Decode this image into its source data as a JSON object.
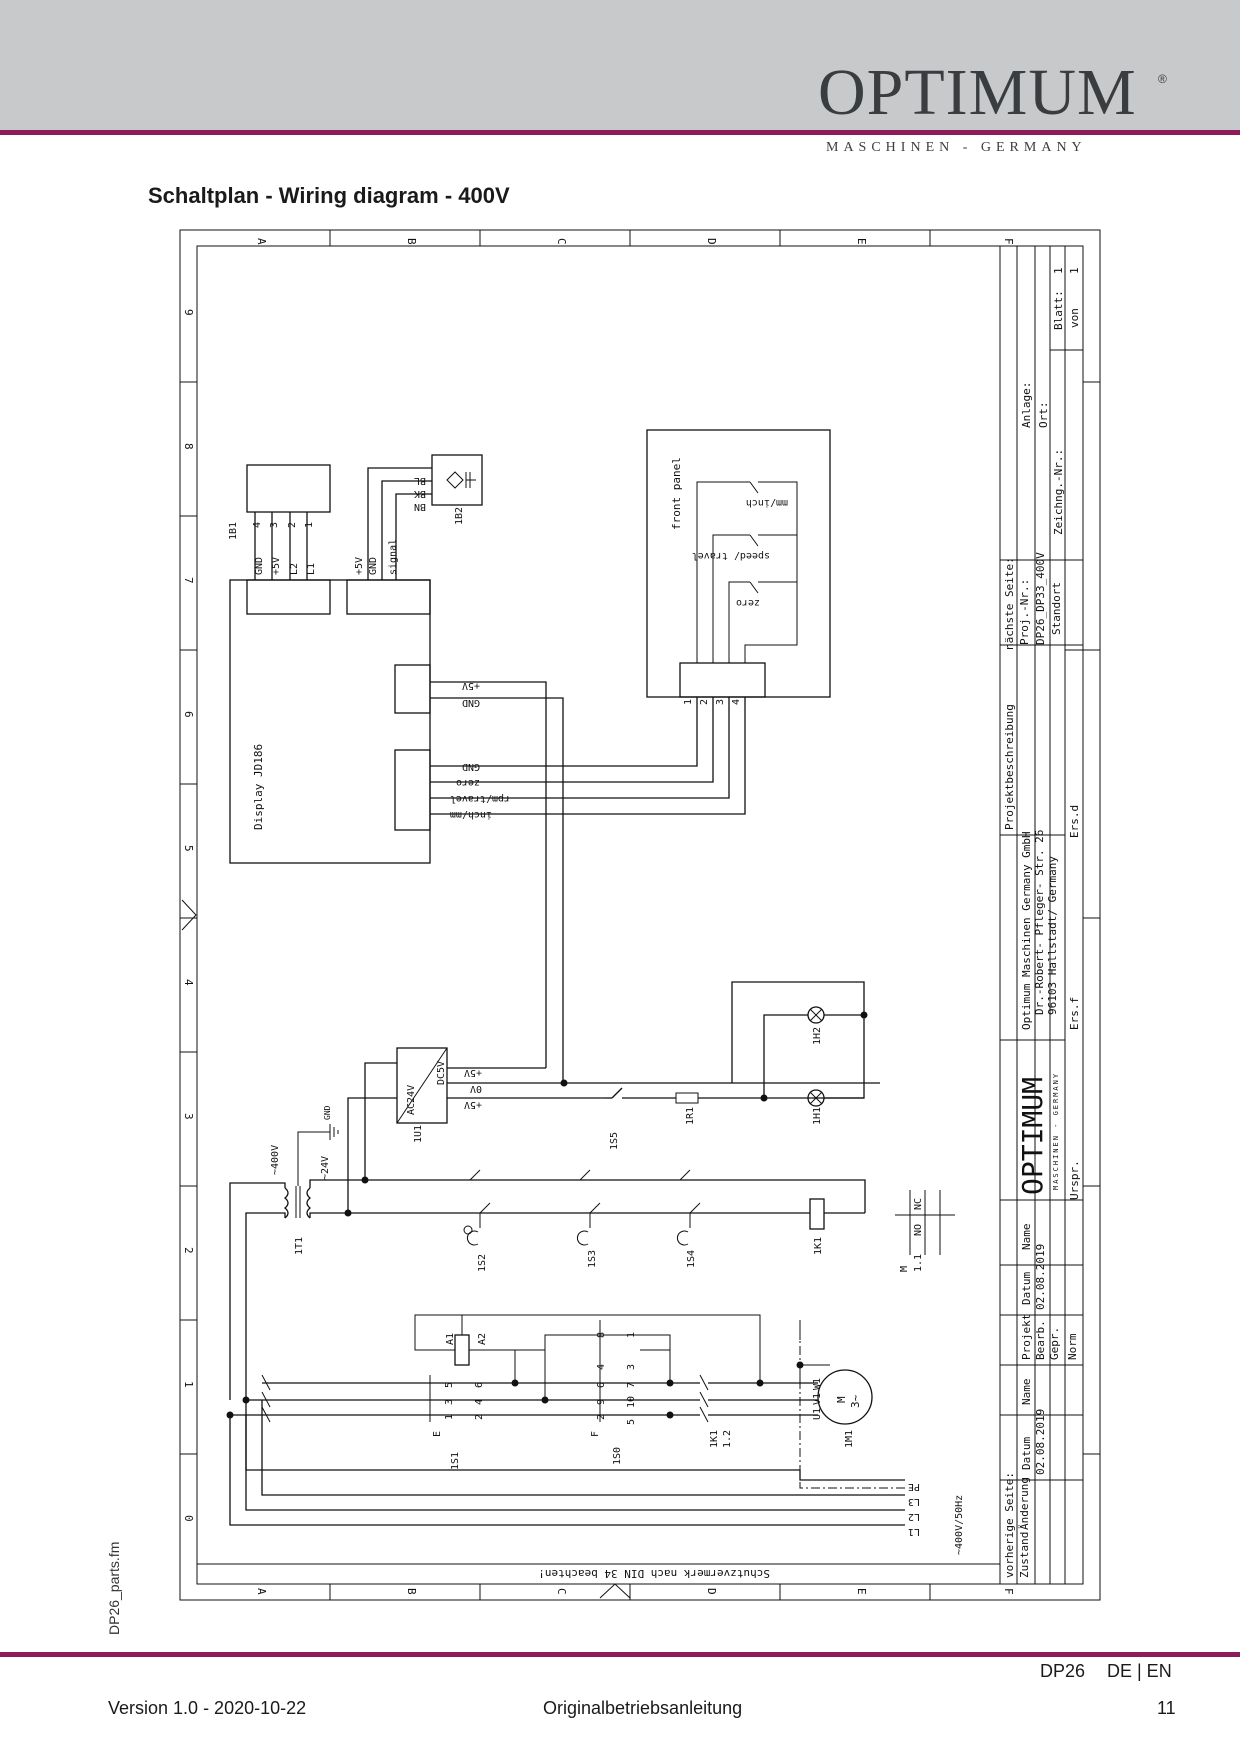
{
  "header": {
    "logo": "OPTIMUM",
    "logo_reg": "®",
    "logo_sub": "MASCHINEN - GERMANY"
  },
  "title": "Schaltplan - Wiring diagram - 400V",
  "side_file": "DP26_parts.fm",
  "footer": {
    "code": "DP26",
    "lang": "DE | EN",
    "version": "Version 1.0 - 2020-10-22",
    "doc": "Originalbetriebsanleitung",
    "page": "11"
  },
  "frame": {
    "rows": [
      "A",
      "B",
      "C",
      "D",
      "E",
      "F"
    ],
    "cols": [
      "0",
      "1",
      "2",
      "3",
      "4",
      "5",
      "6",
      "7",
      "8",
      "9"
    ],
    "bottom_note": "Schutzvermerk nach DIN 34 beachten!"
  },
  "title_block": {
    "naechste_seite": "nächste Seite:",
    "proj_nr": "Proj.-Nr.:",
    "proj_val": "DP26_DP33_400V",
    "standort": "Standort",
    "anlage": "Anlage:",
    "ort": "Ort:",
    "zeichng": "Zeichng.-Nr.:",
    "blatt": "Blatt:",
    "blatt_val": "1",
    "von": "von",
    "von_val": "1",
    "projektbeschreibung": "Projektbeschreibung",
    "ersd": "Ers.d",
    "ersf": "Ers.f",
    "urspr": "Urspr.",
    "company": [
      "Optimum Maschinen Germany GmbH",
      "Dr.-Robert- Pfleger- Str. 26",
      "96103 Hallstadt/ Germany"
    ],
    "tb_logo": "OPTIMUM",
    "tb_logo_sub": "MASCHINEN - GERMANY",
    "name": "Name",
    "datum": "Datum",
    "projekt": "Projekt",
    "bearb": "Bearb.",
    "gepr": "Gepr.",
    "norm": "Norm",
    "date1": "02.08.2019",
    "date2": "02.08.2019",
    "vorherige": "vorherige Seite:",
    "zustand": "Zustand",
    "aenderung": "Änderung"
  },
  "components": {
    "sensor1": "1B1",
    "sensor1_pins": [
      "4",
      "3",
      "2",
      "1"
    ],
    "sensor1_sig": [
      "GND",
      "+5V",
      "L2",
      "L1"
    ],
    "sensor2": "1B2",
    "sensor2_wires": [
      "BL",
      "BK",
      "BN"
    ],
    "sensor2_sig": [
      "+5V",
      "GND",
      "signal"
    ],
    "display": "Display  JD186",
    "disp_pwr": [
      "+5V",
      "GND"
    ],
    "disp_sig": [
      "GND",
      "zero",
      "rpm/travel",
      "inch/mm"
    ],
    "front_panel": "front panel",
    "fp_buttons": [
      "mm/inch",
      "speed/ travel",
      "zero"
    ],
    "fp_pins": [
      "1",
      "2",
      "3",
      "4"
    ],
    "psu": "1U1",
    "psu_in": "AC24V",
    "psu_out": "DC5V",
    "psu_pins": [
      "+5V",
      "0V",
      "+5V"
    ],
    "s5": "1S5",
    "r1": "1R1",
    "h1": "1H1",
    "h2": "1H2",
    "t1": "1T1",
    "t1_prim": "~400V",
    "t1_sec": "~24V",
    "gnd": "GND",
    "s2": "1S2",
    "s3": "1S3",
    "s4": "1S4",
    "k1": "1K1",
    "legend_m": "M",
    "legend_m2": "1.1",
    "legend_no": "NO",
    "legend_nc": "NC",
    "s1": "1S1",
    "s1_pins": [
      "5",
      "3",
      "1",
      "6",
      "4",
      "2"
    ],
    "s1_letter": "E",
    "s0": "1S0",
    "s0_pins": [
      "8",
      "4",
      "6",
      "9",
      "2",
      "1",
      "3",
      "7",
      "10",
      "5"
    ],
    "s0_letter": "F",
    "relay_a1": "A1",
    "relay_a2": "A2",
    "k1c": "1K1",
    "k1c_sub": "1.2",
    "motor": "1M1",
    "motor_w": "W1",
    "motor_v": "V1",
    "motor_u": "U1",
    "motor_m": "M",
    "motor_3": "3~",
    "bus": [
      "PE",
      "L3",
      "L2",
      "L1"
    ],
    "supply": "~400V/50Hz"
  }
}
